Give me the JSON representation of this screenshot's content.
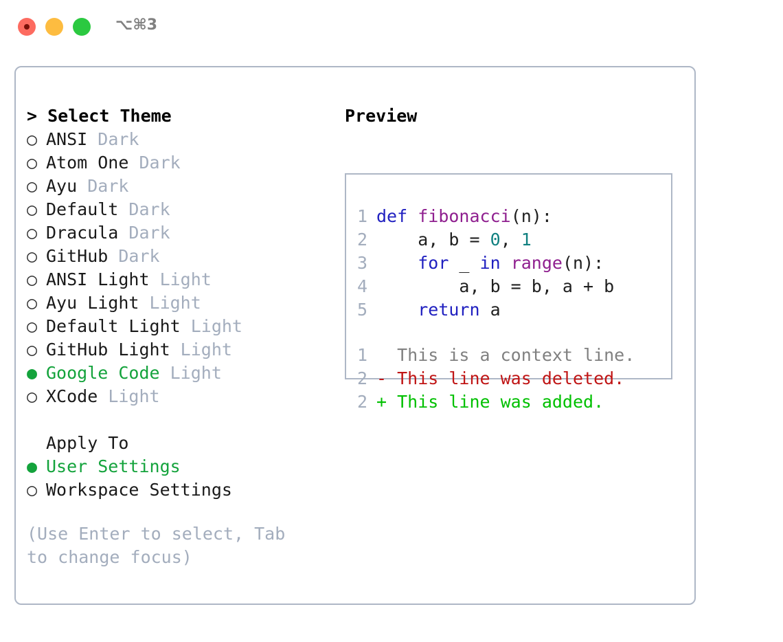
{
  "titlebar": {
    "traffic_lights": [
      {
        "name": "close",
        "color": "#fd6b60"
      },
      {
        "name": "minimize",
        "color": "#fdbc40"
      },
      {
        "name": "maximize",
        "color": "#2bc940"
      }
    ],
    "shortcut": "⌥⌘3"
  },
  "theme_panel": {
    "header": "> Select Theme",
    "items": [
      {
        "marker": "○",
        "name": "ANSI",
        "variant": "Dark",
        "selected": false
      },
      {
        "marker": "○",
        "name": "Atom One",
        "variant": "Dark",
        "selected": false
      },
      {
        "marker": "○",
        "name": "Ayu",
        "variant": "Dark",
        "selected": false
      },
      {
        "marker": "○",
        "name": "Default",
        "variant": "Dark",
        "selected": false
      },
      {
        "marker": "○",
        "name": "Dracula",
        "variant": "Dark",
        "selected": false
      },
      {
        "marker": "○",
        "name": "GitHub",
        "variant": "Dark",
        "selected": false
      },
      {
        "marker": "○",
        "name": "ANSI Light",
        "variant": "Light",
        "selected": false
      },
      {
        "marker": "○",
        "name": "Ayu Light",
        "variant": "Light",
        "selected": false
      },
      {
        "marker": "○",
        "name": "Default Light",
        "variant": "Light",
        "selected": false
      },
      {
        "marker": "○",
        "name": "GitHub Light",
        "variant": "Light",
        "selected": false
      },
      {
        "marker": "●",
        "name": "Google Code",
        "variant": "Light",
        "selected": true
      },
      {
        "marker": "○",
        "name": "XCode",
        "variant": "Light",
        "selected": false
      }
    ]
  },
  "apply_to": {
    "header": "Apply To",
    "items": [
      {
        "marker": "●",
        "name": "User Settings",
        "selected": true
      },
      {
        "marker": "○",
        "name": "Workspace Settings",
        "selected": false
      }
    ]
  },
  "hint": "(Use Enter to select, Tab to change focus)",
  "preview": {
    "title": "Preview",
    "code_lines": [
      {
        "no": "1",
        "tokens": [
          {
            "t": "def ",
            "c": "kw"
          },
          {
            "t": "fibonacci",
            "c": "fn"
          },
          {
            "t": "(n):",
            "c": "pl"
          }
        ]
      },
      {
        "no": "2",
        "tokens": [
          {
            "t": "    a, b = ",
            "c": "pl"
          },
          {
            "t": "0",
            "c": "num"
          },
          {
            "t": ", ",
            "c": "pl"
          },
          {
            "t": "1",
            "c": "num"
          }
        ]
      },
      {
        "no": "3",
        "tokens": [
          {
            "t": "    ",
            "c": "pl"
          },
          {
            "t": "for",
            "c": "kw"
          },
          {
            "t": " _ ",
            "c": "pl"
          },
          {
            "t": "in",
            "c": "kw"
          },
          {
            "t": " ",
            "c": "pl"
          },
          {
            "t": "range",
            "c": "fn"
          },
          {
            "t": "(n):",
            "c": "pl"
          }
        ]
      },
      {
        "no": "4",
        "tokens": [
          {
            "t": "        a, b = b, a + b",
            "c": "pl"
          }
        ]
      },
      {
        "no": "5",
        "tokens": [
          {
            "t": "    ",
            "c": "pl"
          },
          {
            "t": "return",
            "c": "kw"
          },
          {
            "t": " a",
            "c": "pl"
          }
        ]
      }
    ],
    "diff_lines": [
      {
        "no": "1",
        "text": "  This is a context line.",
        "kind": "diff-ctx"
      },
      {
        "no": "2",
        "text": "- This line was deleted.",
        "kind": "diff-del"
      },
      {
        "no": "2",
        "text": "+ This line was added.",
        "kind": "diff-add"
      }
    ]
  },
  "colors": {
    "accent_green": "#14a33c",
    "muted": "#a3adbd",
    "border": "#aeb7c6",
    "keyword": "#2020c0",
    "function": "#8f1f8f",
    "number": "#108080",
    "diff_delete": "#c01515",
    "diff_add": "#00c000"
  }
}
